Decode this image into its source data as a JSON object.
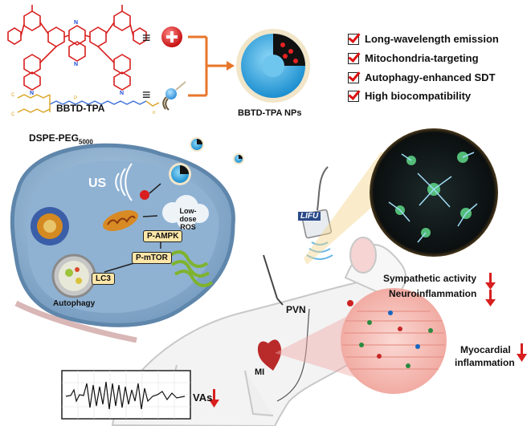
{
  "molecules": {
    "bbtd_tpa": "BBTD-TPA",
    "dspe_peg_main": "DSPE-PEG",
    "dspe_peg_sub": "5000",
    "equiv_symbol": "≡"
  },
  "nanoparticle": {
    "label": "BBTD-TPA NPs"
  },
  "features": [
    "Long-wavelength emission",
    "Mitochondria-targeting",
    "Autophagy-enhanced SDT",
    "High biocompatibility"
  ],
  "cell": {
    "us_label": "US",
    "ros_label": "Low-dose ROS",
    "pathway": [
      "P-AMPK",
      "P-mTOR",
      "LC3"
    ],
    "autophagy_label": "Autophagy"
  },
  "device": {
    "lifu_label": "LIFU"
  },
  "anatomy": {
    "pvn_label": "PVN",
    "mi_label": "MI"
  },
  "effects": {
    "sympathetic": "Sympathetic activity",
    "neuroinflammation": "Neuroinflammation",
    "myocardial_line1": "Myocardial",
    "myocardial_line2": "inflammation",
    "vas": "VAs"
  },
  "colors": {
    "accent_red": "#d81e1e",
    "orange_bracket": "#e8762a",
    "cell_blue": "#7fa6c9",
    "np_blue": "#29a9e0",
    "pill_fill": "#fde6a8"
  }
}
